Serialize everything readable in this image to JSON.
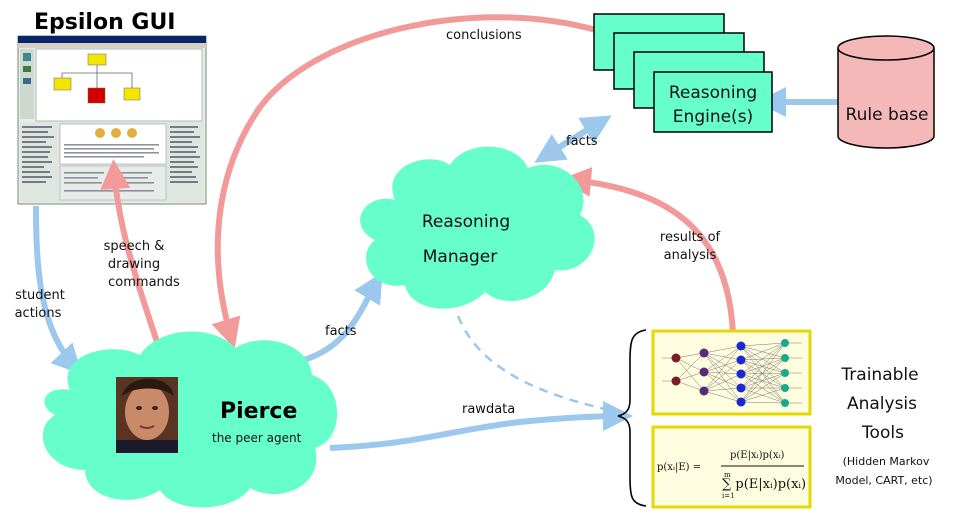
{
  "gui": {
    "title": "Epsilon GUI"
  },
  "nodes": {
    "reasoning_engine": {
      "line1": "Reasoning",
      "line2": "Engine(s)"
    },
    "rule_base": {
      "label": "Rule base"
    },
    "reasoning_manager": {
      "line1": "Reasoning",
      "line2": "Manager"
    },
    "pierce": {
      "name": "Pierce",
      "subtitle": "the peer agent"
    },
    "tools": {
      "line1": "Trainable",
      "line2": "Analysis",
      "line3": "Tools",
      "sub1": "(Hidden Markov",
      "sub2": "Model, CART, etc)"
    }
  },
  "edges": {
    "conclusions": "conclusions",
    "facts_engine": "facts",
    "results_line1": "results of",
    "results_line2": "analysis",
    "speech_line1": "speech &",
    "speech_line2": "drawing",
    "speech_line3": "commands",
    "student_line1": "student",
    "student_line2": "actions",
    "facts_manager": "facts",
    "rawdata": "rawdata"
  },
  "formula": {
    "lhs": "p(xᵢ|E) =",
    "numerator": "p(E|xᵢ)p(xᵢ)",
    "denominator": "∑ p(E|xᵢ)p(xᵢ)",
    "sum_top": "m",
    "sum_bottom": "i=1"
  },
  "colors": {
    "cloud": "#66ffcc",
    "arrow_blue": "#9cc8ee",
    "arrow_red": "#f29a9a",
    "rule_base": "#f5b8b8",
    "tool_border": "#e6d800",
    "tool_fill": "#fffde0"
  }
}
